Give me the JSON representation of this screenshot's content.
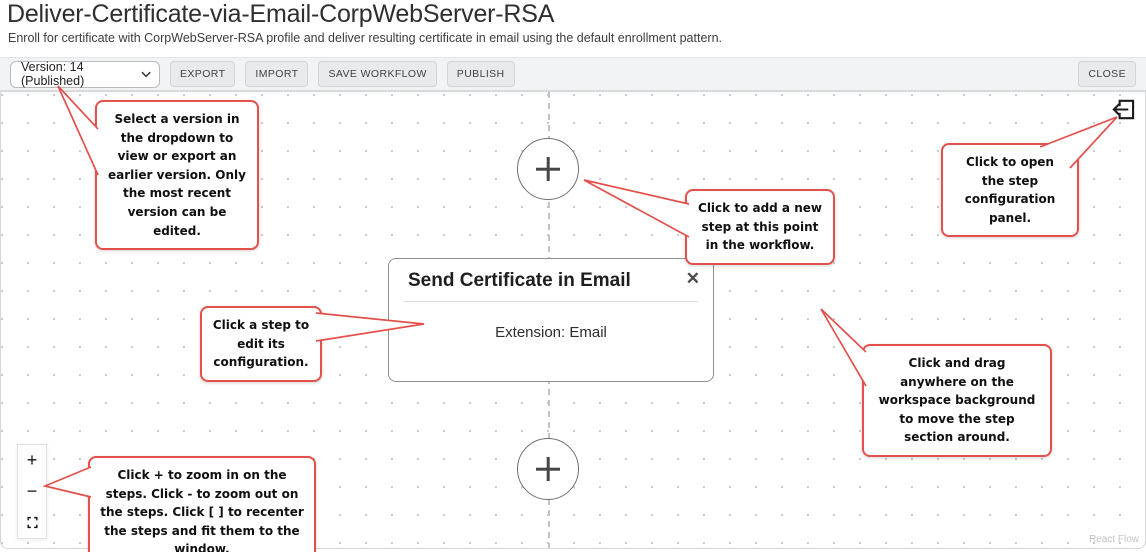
{
  "header": {
    "title": "Deliver-Certificate-via-Email-CorpWebServer-RSA",
    "subtitle": "Enroll for certificate with CorpWebServer-RSA profile and deliver resulting certificate in email using the default enrollment pattern."
  },
  "toolbar": {
    "version_selector": {
      "value": "Version: 14 (Published)"
    },
    "buttons": {
      "export": "EXPORT",
      "import": "IMPORT",
      "save_workflow": "SAVE WORKFLOW",
      "publish": "PUBLISH",
      "close": "CLOSE"
    }
  },
  "canvas": {
    "step_card": {
      "title": "Send Certificate in Email",
      "body": "Extension: Email",
      "close_icon": "✕"
    },
    "controls": {
      "zoom_in": "+",
      "zoom_out": "−"
    },
    "attribution": "React Flow"
  },
  "callouts": {
    "version": {
      "text": "Select a version in the dropdown to view or export an earlier version. Only the most recent version can be edited."
    },
    "add_step": {
      "text": "Click to add a new step at this point in the workflow."
    },
    "edit_step": {
      "text": "Click a step to edit its configuration."
    },
    "open_panel": {
      "text": "Click to open the step configuration panel."
    },
    "drag_workspace": {
      "text": "Click and drag anywhere on the workspace background to move the step section around."
    },
    "zoom_controls": {
      "text": "Click + to zoom in on the steps. Click - to zoom out on the steps. Click [ ] to recenter the steps and fit them to the window."
    }
  },
  "colors": {
    "callout_border": "#e4504b",
    "toolbar_bg": "#f2f3f4",
    "grid_dot": "#cbcbcb"
  }
}
